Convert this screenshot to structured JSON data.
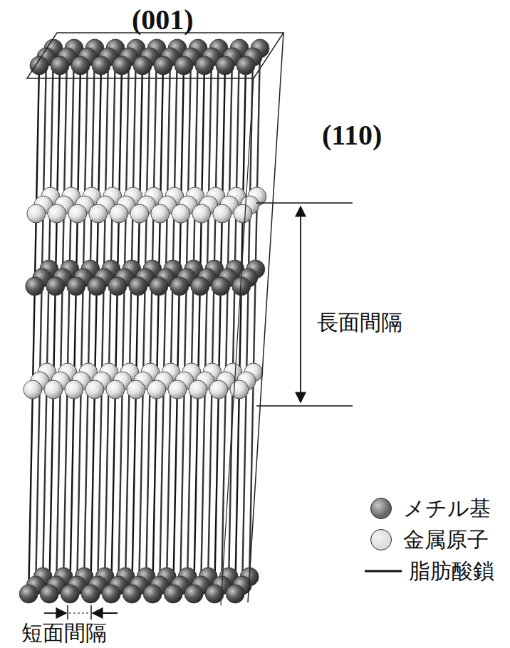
{
  "diagram": {
    "labels": [
      "(001)",
      "(110)",
      "長面間隔",
      "短面間隔"
    ],
    "legend": [
      {
        "text": "メチル基",
        "color": "#666666"
      },
      {
        "text": "金属原子",
        "color": "#dddddd"
      },
      {
        "text": "脂肪酸鎖"
      }
    ]
  }
}
